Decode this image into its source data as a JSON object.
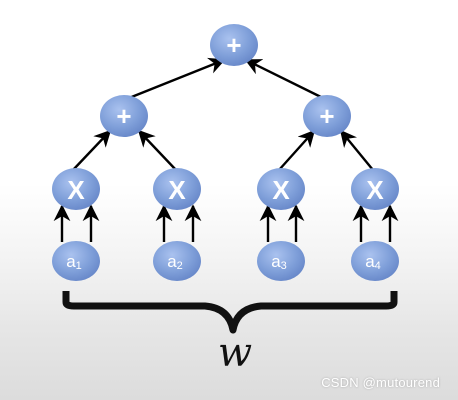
{
  "diagram": {
    "root": {
      "label": "+"
    },
    "sum_nodes": [
      {
        "label": "+"
      },
      {
        "label": "+"
      }
    ],
    "product_nodes": [
      {
        "label": "X"
      },
      {
        "label": "X"
      },
      {
        "label": "X"
      },
      {
        "label": "X"
      }
    ],
    "inputs": [
      {
        "base": "a",
        "subscript": "1"
      },
      {
        "base": "a",
        "subscript": "2"
      },
      {
        "base": "a",
        "subscript": "3"
      },
      {
        "base": "a",
        "subscript": "4"
      }
    ],
    "brace_label": "w"
  },
  "watermark": "CSDN @mutourend",
  "colors": {
    "node_fill": "#7f9fd9",
    "node_fill_light": "#a9c1ee",
    "node_fill_dark": "#5f7fc0",
    "arrow": "#000000",
    "brace": "#111111"
  }
}
